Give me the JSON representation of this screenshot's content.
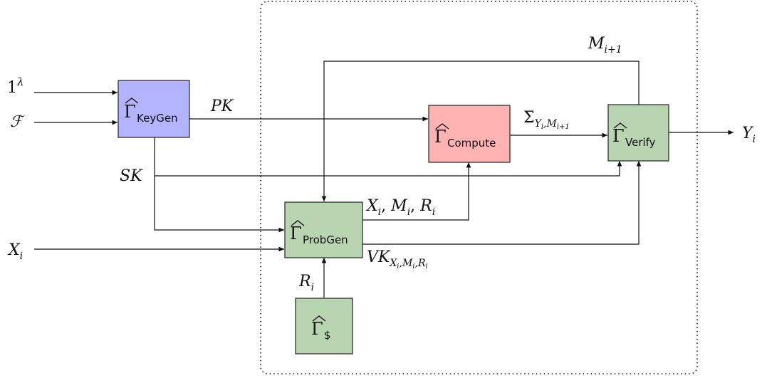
{
  "colors": {
    "keygen_fill": "#b3b3ff",
    "compute_fill": "#ffb3b3",
    "green_fill": "#b8d4b0",
    "line": "#111111"
  },
  "blocks": {
    "keygen": {
      "symbol": "Γ",
      "subscript": "KeyGen"
    },
    "compute": {
      "symbol": "Γ",
      "subscript": "Compute"
    },
    "verify": {
      "symbol": "Γ",
      "subscript": "Verify"
    },
    "probgen": {
      "symbol": "Γ",
      "subscript": "ProbGen"
    },
    "random": {
      "symbol": "Γ",
      "subscript": "$"
    }
  },
  "labels": {
    "lambda": {
      "base": "1",
      "sup": "λ"
    },
    "F": "ℱ",
    "PK": "PK",
    "SK": "SK",
    "Xi_in": {
      "base": "X",
      "sub": "i"
    },
    "Mi1": {
      "base": "M",
      "sub": "i+1"
    },
    "sigma": {
      "base": "Σ",
      "sub": "Y",
      "subsub": "i",
      "sub2": ",M",
      "subsub2": "i+1"
    },
    "Yi": {
      "base": "Y",
      "sub": "i"
    },
    "XiMiRi": {
      "X": "X",
      "M": "M",
      "R": "R",
      "i": "i",
      "sep": ", "
    },
    "VK": {
      "base": "VK",
      "sub": "X",
      "subsub": "i",
      "sub2": ",M",
      "subsub2": "i",
      "sub3": ",R",
      "subsub3": "i"
    },
    "Ri": {
      "base": "R",
      "sub": "i"
    }
  }
}
